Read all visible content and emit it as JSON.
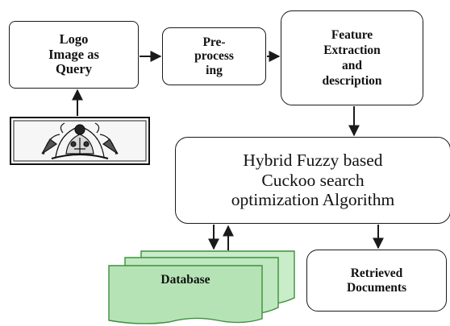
{
  "nodes": {
    "query": {
      "label": "Logo\nImage as\nQuery"
    },
    "preprocessing": {
      "label": "Pre-\nprocess\ning"
    },
    "feature": {
      "label": "Feature\nExtraction\nand\ndescription"
    },
    "algorithm": {
      "label": "Hybrid Fuzzy based\nCuckoo search\noptimization Algorithm"
    },
    "retrieved": {
      "label": "Retrieved\nDocuments"
    },
    "database": {
      "label": "Database"
    }
  },
  "logo": {
    "icon": "crest-logo-icon"
  },
  "colors": {
    "database_fill": "#b6e3b6",
    "database_stroke": "#3d8f3d",
    "line": "#1a1a1a"
  }
}
